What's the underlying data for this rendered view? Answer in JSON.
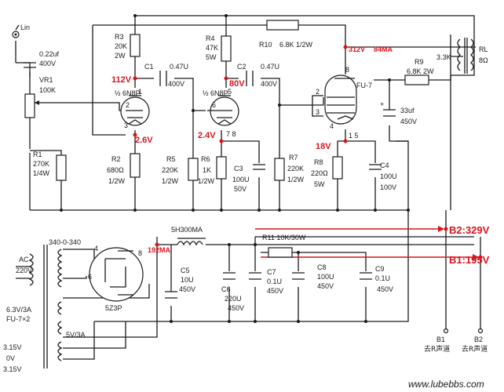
{
  "input": {
    "label": "Lin",
    "cap": "0.22uf",
    "cap_v": "400V"
  },
  "vr1": {
    "ref": "VR1",
    "val": "100K"
  },
  "r1": {
    "ref": "R1",
    "val": "270K",
    "w": "1/4W"
  },
  "r3": {
    "ref": "R3",
    "val": "20K",
    "w": "2W"
  },
  "r4": {
    "ref": "R4",
    "val": "47K",
    "w": "5W"
  },
  "r10": {
    "ref": "R10",
    "val": "6.8K 1/2W"
  },
  "c1": {
    "ref": "C1",
    "val": "0.47U",
    "v": "400V"
  },
  "c2": {
    "ref": "C2",
    "val": "0.47U",
    "v": "400V"
  },
  "tube1": {
    "ref": "½ 6N8P"
  },
  "tube2": {
    "ref": "½ 6N8P"
  },
  "tube3": {
    "ref": "FU-7"
  },
  "r2": {
    "ref": "R2",
    "val": "680Ω",
    "w": "1/2W"
  },
  "r5": {
    "ref": "R5",
    "val": "220K",
    "w": "1/2W"
  },
  "r6": {
    "ref": "R6",
    "val": "1K",
    "w": "1/2W"
  },
  "c3": {
    "ref": "C3",
    "val": "100U",
    "v": "50V"
  },
  "r7": {
    "ref": "R7",
    "val": "220K",
    "w": "1/2W"
  },
  "r8": {
    "ref": "R8",
    "val": "220Ω",
    "w": "5W"
  },
  "c4": {
    "ref": "C4",
    "val": "100U",
    "v": "100V"
  },
  "c33": {
    "val": "33uf",
    "v": "450V"
  },
  "r9": {
    "ref": "R9",
    "val": "6.8K 2W"
  },
  "ot": {
    "imp": "3.3K",
    "rl": "RL",
    "rl_val": "8Ω"
  },
  "volt": {
    "v112": "112V",
    "v26": "2.6V",
    "v80": "80V",
    "v24": "2.4V",
    "v312": "312V",
    "ma84": "84MA",
    "v18": "18V",
    "ma192": "192MA",
    "b2": "B2:329V",
    "b1": "B1:195V"
  },
  "pins": {
    "p1": "1",
    "p2": "2",
    "p3": "3",
    "p5": "5",
    "p6": "6",
    "p78": "7 8",
    "p8": "8",
    "p15": "1 5",
    "p4": "4"
  },
  "psu": {
    "transformer": "340-0-340",
    "ac": "AC",
    "ac_v": "220V",
    "heater1": "6.3V/3A",
    "heater1b": "FU-7×2",
    "heater2": "5V/3A",
    "h315a": "3.15V",
    "h0v": "0V",
    "h315b": "3.15V",
    "rect": "5Z3P",
    "choke": "5H300MA",
    "c5": "C5",
    "c5v": "10U",
    "c5w": "450V",
    "c6": "C6",
    "c6v": "220U",
    "c6w": "450V",
    "c7": "C7",
    "c7v": "0.1U",
    "c7w": "450V",
    "r11": "R11 10K/30W",
    "c8": "C8",
    "c8v": "100U",
    "c8w": "450V",
    "c9": "C9",
    "c9v": "0.1U",
    "c9w": "450V",
    "b1": "B1",
    "b2": "B2",
    "b1_note": "去R声道",
    "b2_note": "去R声道"
  },
  "watermark": "www.lubebbs.com"
}
